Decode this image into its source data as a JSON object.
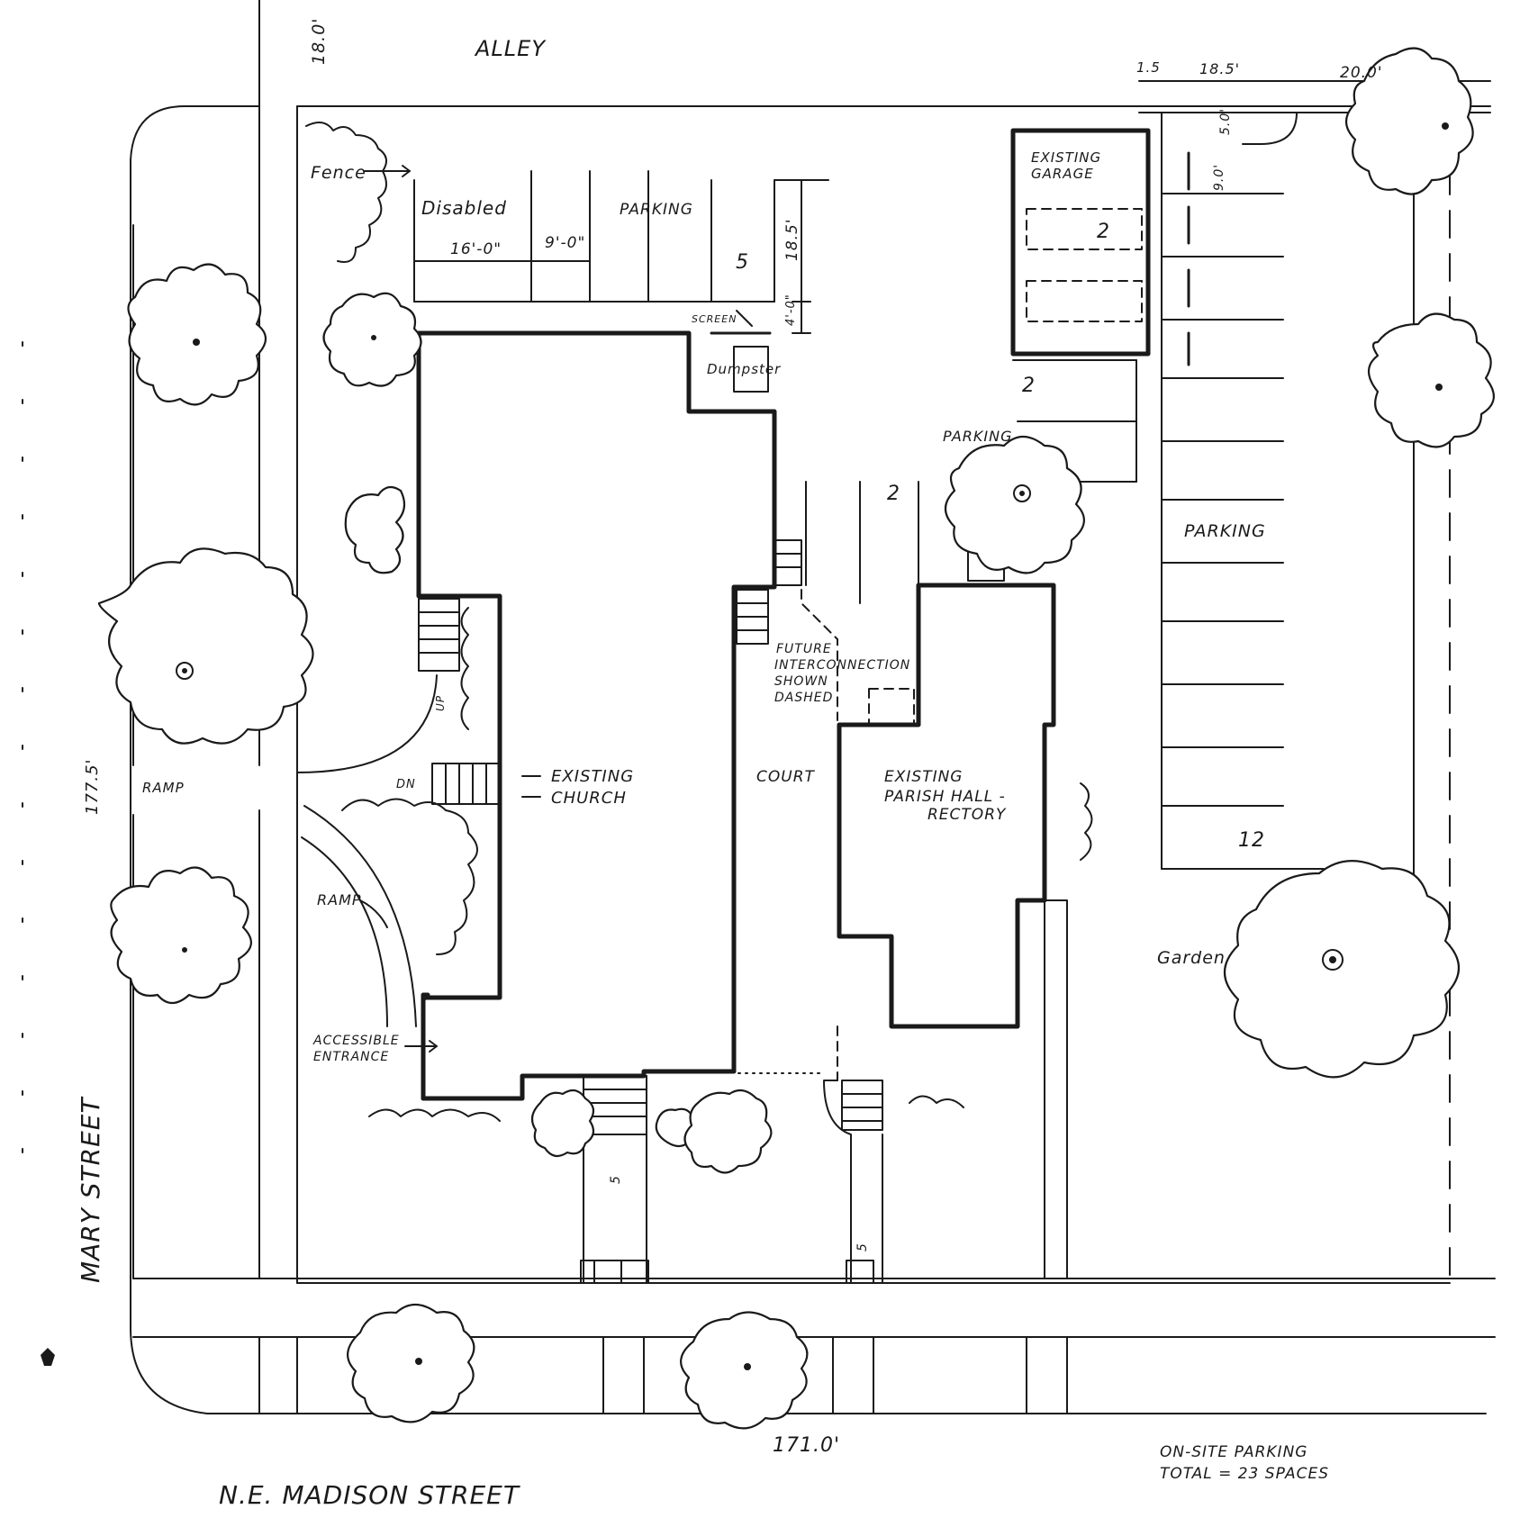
{
  "streets": {
    "alley": "ALLEY",
    "mary": "MARY STREET",
    "madison": "N.E. MADISON STREET"
  },
  "dimensions": {
    "alley_width": "18.0'",
    "lot_depth": "177.5'",
    "lot_width": "171.0'",
    "disabled_stall": "16'-0\"",
    "stall_width": "9'-0\"",
    "stall_depth": "18.5'",
    "aisle_offset": "4'-0\"",
    "top_dim_a": "1.5",
    "top_dim_b": "18.5'",
    "top_dim_c": "20.0'",
    "garage_dim_a": "5.0'",
    "garage_dim_b": "9.0'"
  },
  "labels": {
    "fence": "Fence",
    "disabled": "Disabled",
    "parking_top": "PARKING",
    "parking_mid": "PARKING",
    "parking_right": "PARKING",
    "screen": "SCREEN",
    "dumpster": "Dumpster",
    "existing_garage": [
      "EXISTING",
      "GARAGE"
    ],
    "existing_church": [
      "EXISTING",
      "CHURCH"
    ],
    "court": "COURT",
    "parish_hall": [
      "EXISTING",
      "PARISH HALL -",
      "RECTORY"
    ],
    "future_interconnection": [
      "FUTURE",
      "INTERCONNECTION",
      "SHOWN",
      "DASHED"
    ],
    "up": "UP",
    "dn": "DN",
    "ramp_left": "RAMP",
    "ramp_curve": "RAMP",
    "accessible_entrance": [
      "ACCESSIBLE",
      "ENTRANCE"
    ],
    "garden": "Garden",
    "step_a": "5",
    "step_b": "5"
  },
  "counts": {
    "top_parking": "5",
    "garage": "2",
    "mid_parking": "2",
    "court_parking": "2",
    "right_parking": "12"
  },
  "notes": {
    "onsite_parking": [
      "ON-SITE PARKING",
      "TOTAL = 23 SPACES"
    ]
  }
}
